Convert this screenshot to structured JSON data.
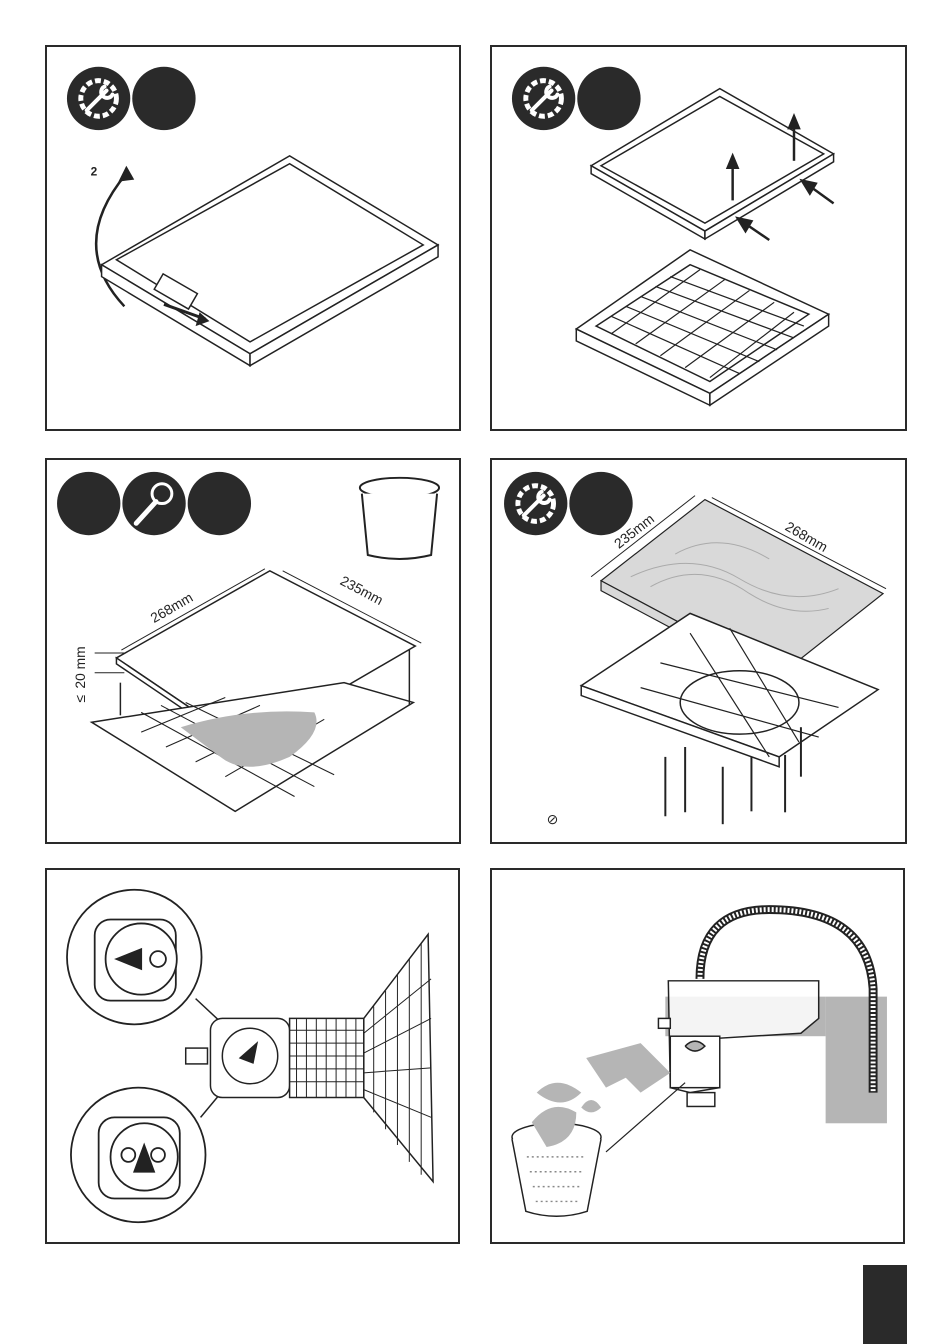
{
  "panel1": {
    "step_number": "2"
  },
  "panel3": {
    "length_label": "268mm",
    "width_label": "235mm",
    "height_label": "20 mm",
    "height_prefix": "≤"
  },
  "panel4": {
    "width_label": "235mm",
    "length_label": "268mm",
    "diameter_symbol": "⊘"
  },
  "colors": {
    "icon_dark": "#2a2a2a",
    "grey_fill": "#b5b5b5",
    "wood_fill": "#d9d9d9"
  },
  "icons": [
    "wrench-gear-icon",
    "grinder-icon",
    "bucket-icon"
  ]
}
